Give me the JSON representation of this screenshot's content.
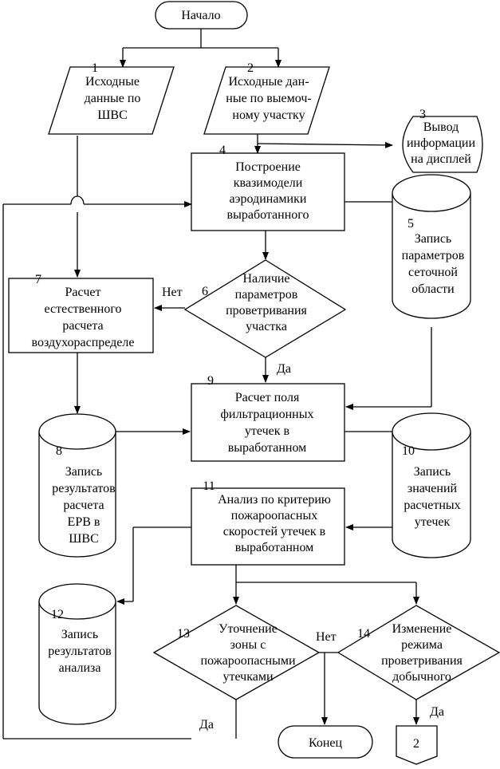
{
  "start": "Начало",
  "end": "Конец",
  "connector": "2",
  "labels": {
    "yes": "Да",
    "no": "Нет"
  },
  "blocks": {
    "b1": {
      "num": "1",
      "lines": [
        "Исходные",
        "данные по",
        "ШВС"
      ]
    },
    "b2": {
      "num": "2",
      "lines": [
        "Исходные дан-",
        "ные по выемоч-",
        "ному участку"
      ]
    },
    "b3": {
      "num": "3",
      "lines": [
        "Вывод",
        "информации",
        "на дисплей"
      ]
    },
    "b4": {
      "num": "4",
      "lines": [
        "Построение",
        "квазимодели",
        "аэродинамики",
        "выработанного"
      ]
    },
    "b5": {
      "num": "5",
      "lines": [
        "Запись",
        "параметров",
        "сеточной",
        "области"
      ]
    },
    "b6": {
      "num": "6",
      "lines": [
        "Наличие",
        "параметров",
        "проветривания",
        "участка"
      ]
    },
    "b7": {
      "num": "7",
      "lines": [
        "Расчет",
        "естественного",
        "расчета",
        "воздухораспределе"
      ]
    },
    "b8": {
      "num": "8",
      "lines": [
        "Запись",
        "результатов",
        "расчета",
        "ЕРВ в",
        "ШВС"
      ]
    },
    "b9": {
      "num": "9",
      "lines": [
        "Расчет поля",
        "фильтрационных",
        "утечек в",
        "выработанном"
      ]
    },
    "b10": {
      "num": "10",
      "lines": [
        "Запись",
        "значений",
        "расчетных",
        "утечек"
      ]
    },
    "b11": {
      "num": "11",
      "lines": [
        "Анализ по критерию",
        "пожароопасных",
        "скоростей утечек в",
        "выработанном"
      ]
    },
    "b12": {
      "num": "12",
      "lines": [
        "Запись",
        "результатов",
        "анализа"
      ]
    },
    "b13": {
      "num": "13",
      "lines": [
        "Уточнение",
        "зоны с",
        "пожароопасными",
        "утечками"
      ]
    },
    "b14": {
      "num": "14",
      "lines": [
        "Изменение",
        "режима",
        "проветривания",
        "добычного"
      ]
    }
  }
}
